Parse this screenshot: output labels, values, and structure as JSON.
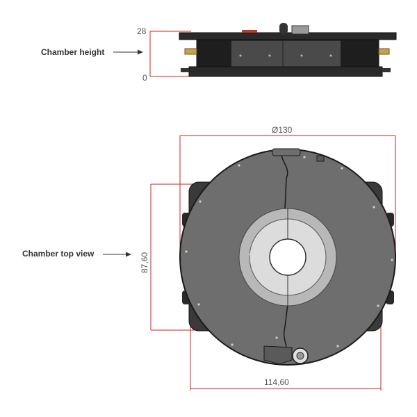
{
  "side_view": {
    "label": "Chamber height",
    "dim_top": "28",
    "dim_bottom": "0"
  },
  "top_view": {
    "label": "Chamber top view",
    "diameter": "Ø130",
    "height_dim": "87,60",
    "width_dim": "114,60"
  },
  "colors": {
    "dimension_line": "#d02020",
    "body": "#6e6e6e",
    "dark": "#222222"
  }
}
